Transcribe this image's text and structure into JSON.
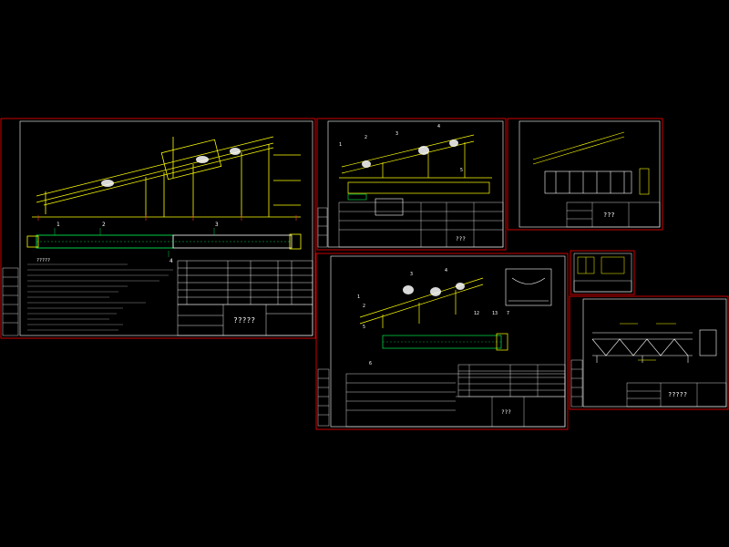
{
  "drawing": {
    "background": "#000000",
    "frame_color": "#cc0000",
    "line_color": "#ffff00",
    "text_color": "#ffffff",
    "part_color": "#00cc44"
  },
  "sheets": [
    {
      "id": "sheet-1",
      "title_block_label": "?????",
      "balloons": [
        "1",
        "2",
        "3",
        "4"
      ],
      "header_label": "?????"
    },
    {
      "id": "sheet-2",
      "title_block_label": "???",
      "balloons": [
        "1",
        "2",
        "3",
        "4",
        "5"
      ]
    },
    {
      "id": "sheet-3",
      "title_block_label": "???"
    },
    {
      "id": "sheet-4",
      "title_block_label": "???",
      "balloons": [
        "1",
        "2",
        "3",
        "4",
        "5",
        "6",
        "12",
        "13",
        "7"
      ]
    },
    {
      "id": "sheet-5",
      "title_block_label": "?????"
    }
  ]
}
